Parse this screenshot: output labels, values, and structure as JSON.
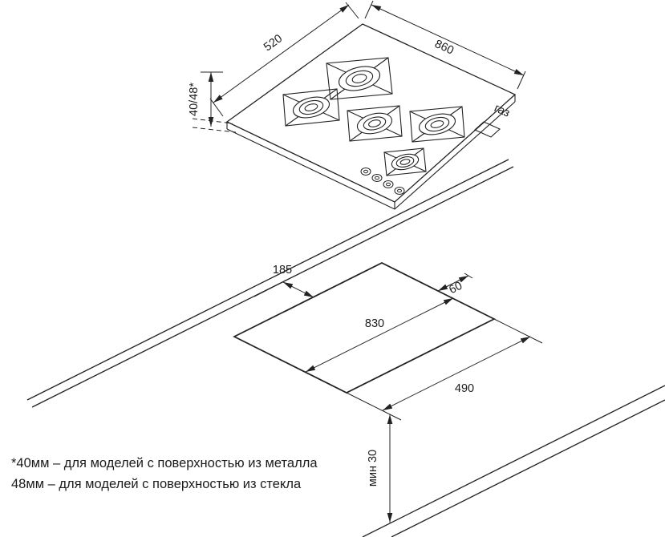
{
  "diagram": {
    "hob": {
      "dim_width": "520",
      "dim_length": "860",
      "dim_height": "40/48*",
      "gas_label": "газ"
    },
    "cutout": {
      "dim_back_offset": "185",
      "dim_side_offset": "60",
      "dim_length": "830",
      "dim_width": "490",
      "dim_front_min": "мин 30"
    },
    "footnote": {
      "line1": "*40мм – для моделей с поверхностью из металла",
      "line2": "48мм – для моделей с поверхностью из стекла"
    },
    "colors": {
      "line": "#222222",
      "background": "#ffffff"
    }
  }
}
